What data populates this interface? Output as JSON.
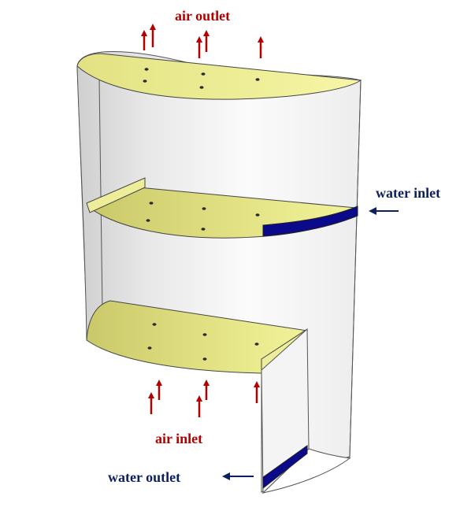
{
  "labels": {
    "air_outlet": "air outlet",
    "air_inlet": "air inlet",
    "water_inlet": "water inlet",
    "water_outlet": "water outlet"
  },
  "colors": {
    "air_arrow": "#b00000",
    "water_arrow": "#0d1f5e",
    "tray_fill": "#e6e683",
    "water_strip": "#0a0a8a",
    "outline": "#555555"
  }
}
